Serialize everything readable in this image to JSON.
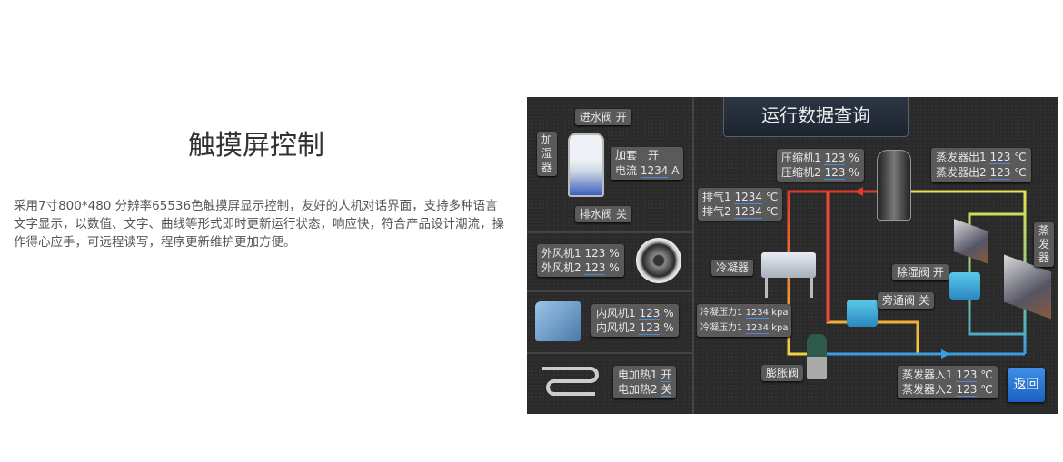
{
  "heading": "触摸屏控制",
  "description": "采用7寸800*480 分辨率65536色触摸屏显示控制，友好的人机对话界面，支持多种语言文字显示，以数值、文字、曲线等形式即时更新运行状态，响应快，符合产品设计潮流，操作得心应手，可远程读写，程序更新维护更加方便。",
  "screen": {
    "title": "运行数据查询",
    "back_button": "返回",
    "humidifier": {
      "label": "加湿器",
      "inlet": "进水阀 开",
      "outlet": "排水阀 关",
      "heater": "加套　开",
      "current_label": "电流",
      "current": "1234",
      "current_unit": "A"
    },
    "outer_fan": {
      "l1": "外风机1",
      "v1": "123",
      "l2": "外风机2",
      "v2": "123",
      "unit": "%"
    },
    "inner_fan": {
      "l1": "内风机1",
      "v1": "123",
      "l2": "内风机2",
      "v2": "123",
      "unit": "%"
    },
    "electric_heat": {
      "l1": "电加热1",
      "v1": "开",
      "l2": "电加热2",
      "v2": "关"
    },
    "compressor": {
      "l1": "压缩机1",
      "v1": "123",
      "l2": "压缩机2",
      "v2": "123",
      "unit": "%"
    },
    "evap_out": {
      "l1": "蒸发器出1",
      "v1": "123",
      "l2": "蒸发器出2",
      "v2": "123",
      "unit": "℃"
    },
    "exhaust": {
      "l1": "排气1",
      "v1": "1234",
      "l2": "排气2",
      "v2": "1234",
      "unit": "℃"
    },
    "condenser": {
      "label": "冷凝器",
      "l1": "冷凝压力1",
      "v1": "1234",
      "l2": "冷凝压力1",
      "v2": "1234",
      "unit": "kpa"
    },
    "expansion_valve": "膨胀阀",
    "bypass_valve": "旁通阀 关",
    "dehumid_valve": "除湿阀 开",
    "evaporator": "蒸发器",
    "evap_in": {
      "l1": "蒸发器入1",
      "v1": "123",
      "l2": "蒸发器入2",
      "v2": "123",
      "unit": "℃"
    }
  }
}
